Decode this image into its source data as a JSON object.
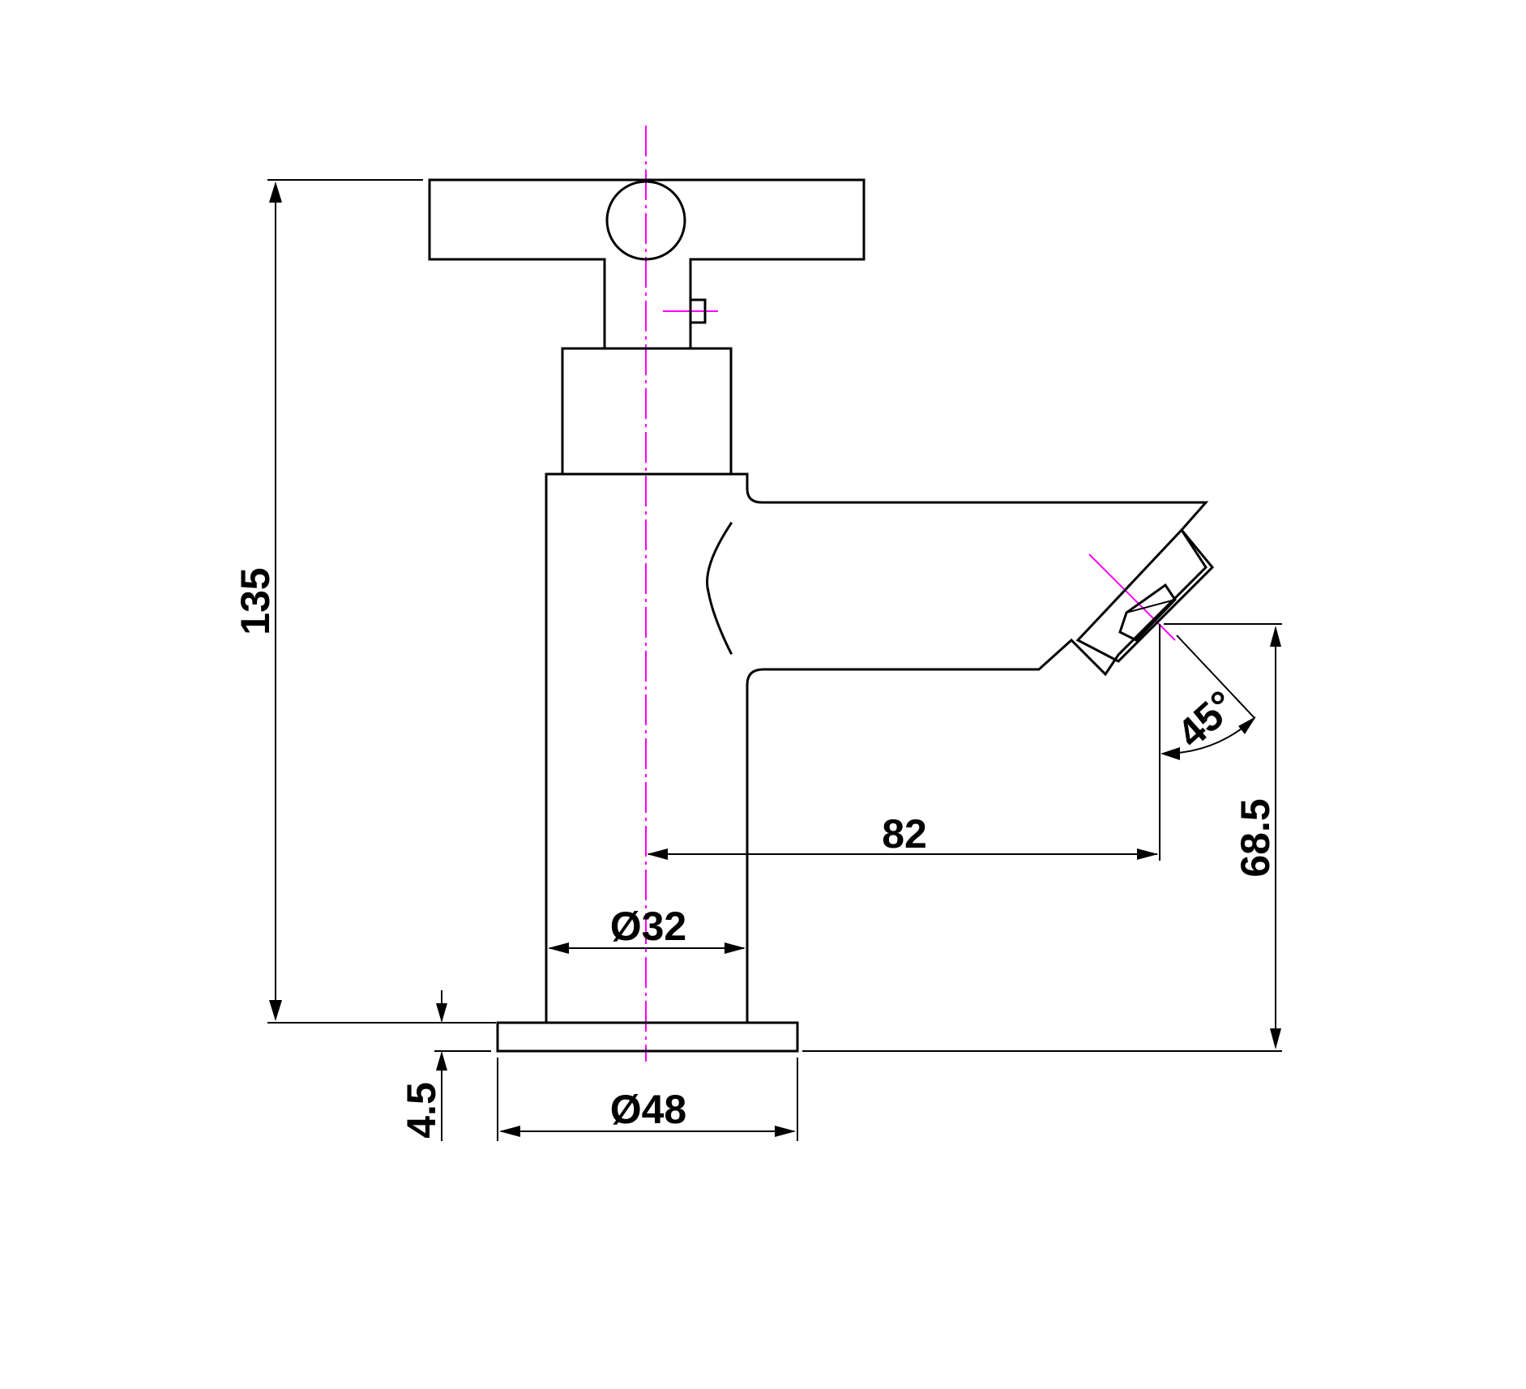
{
  "dimensions": {
    "total_height": "135",
    "base_thickness": "4.5",
    "spout_reach": "82",
    "spout_height": "68.5",
    "body_diameter": "Ø32",
    "base_diameter": "Ø48",
    "outlet_angle": "45°"
  },
  "colors": {
    "line": "#000000",
    "centerline": "#ff00ff",
    "background": "#ffffff"
  }
}
